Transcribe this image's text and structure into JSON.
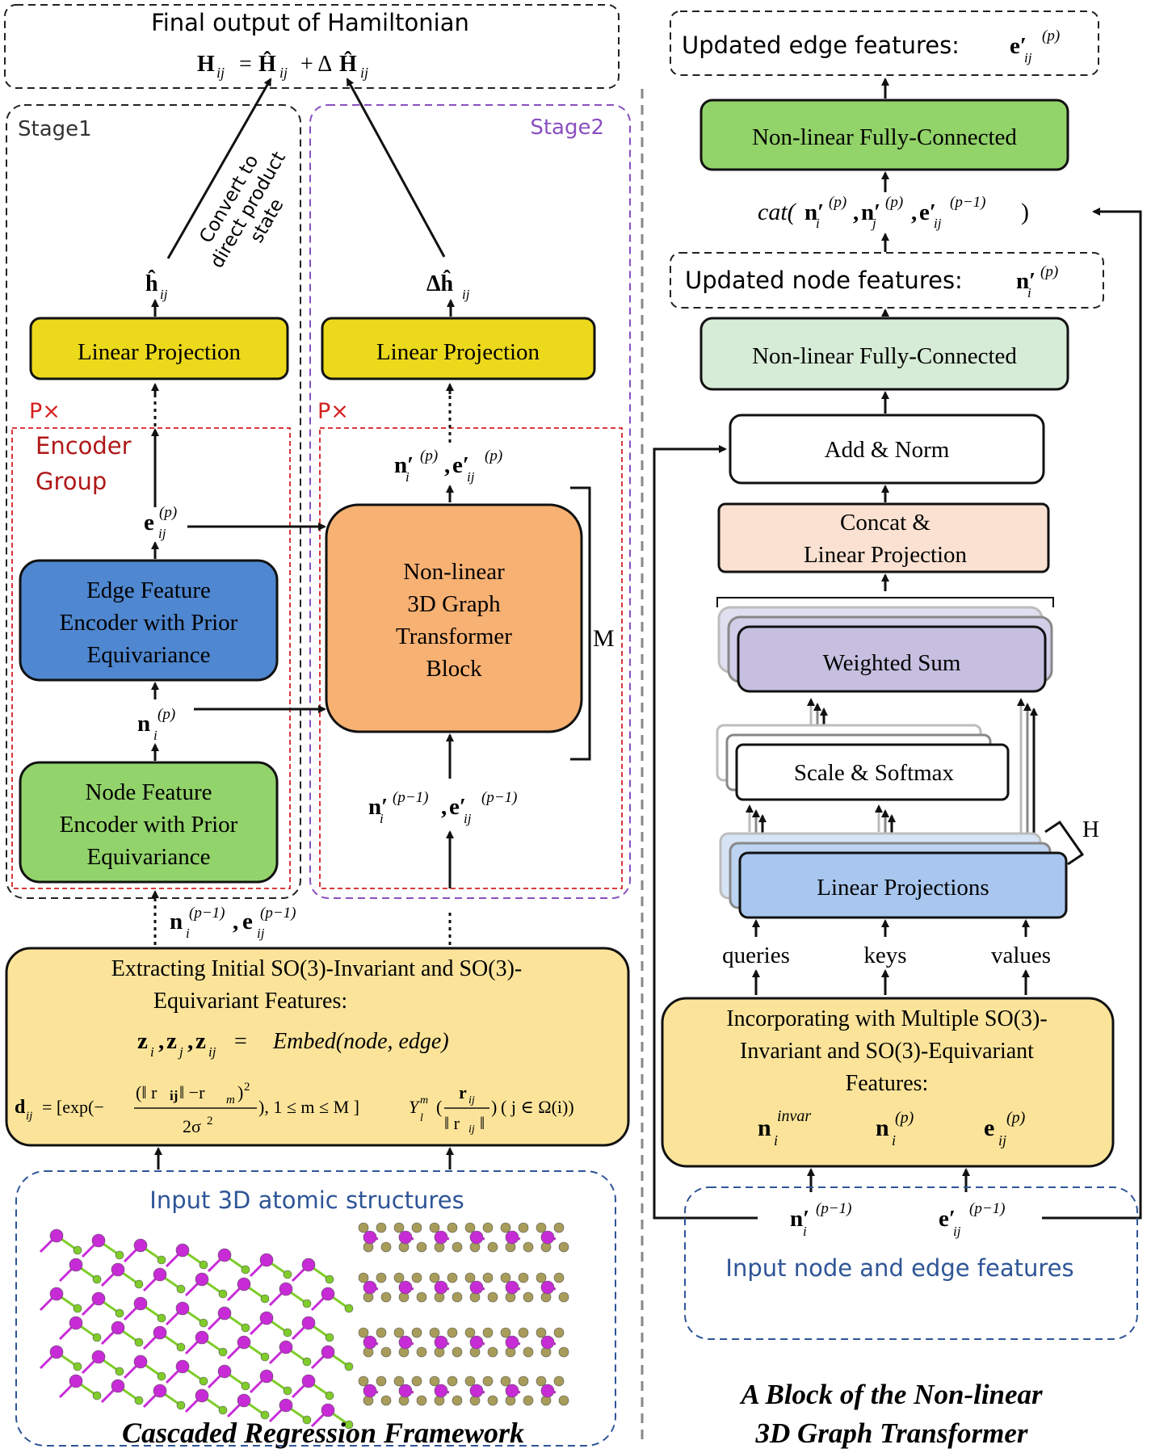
{
  "colors": {
    "linear_projection": "#ecd91c",
    "edge_encoder": "#4f87d0",
    "node_encoder": "#93d36b",
    "transformer_block": "#f7b173",
    "extract_box": "#fbe49a",
    "fc_green": "#92d36a",
    "fc_light_green": "#d7ecd7",
    "concat_box": "#fbe1d1",
    "weighted_sum": "#c6bfe0",
    "linear_projections": "#a8c6ee",
    "stage2_border": "#8a4fbf",
    "encoder_group_border": "#d42020",
    "input_border": "#2e5597",
    "input_text": "#2e5597",
    "px_text": "#d42020",
    "atom_magenta": "#c72bd6",
    "atom_green": "#7fcc2a",
    "atom_olive": "#a89c5a"
  },
  "left": {
    "final_output": {
      "title": "Final output of Hamiltonian",
      "eq_H": "H",
      "eq_ij": "ij",
      "eq_eq": "=",
      "eq_Hhat": "Ĥ",
      "eq_plus": "+ Δ",
      "eq_Hhat2": "Ĥ"
    },
    "stage1_label": "Stage1",
    "stage2_label": "Stage2",
    "convert_text_1": "Convert to",
    "convert_text_2": "direct product",
    "convert_text_3": "state",
    "h_hat": "ĥ",
    "h_hat_sub": "ij",
    "delta_h_hat": "Δĥ",
    "delta_h_hat_sub": "ij",
    "linear_projection_1": "Linear Projection",
    "linear_projection_2": "Linear Projection",
    "p_times_1": "P×",
    "p_times_2": "P×",
    "encoder_group_1": "Encoder",
    "encoder_group_2": "Group",
    "e_ij_p": "e",
    "e_ij_p_sub": "ij",
    "e_ij_p_sup": "(p)",
    "n_i_p": "n",
    "n_i_p_sub": "i",
    "n_i_p_sup": "(p)",
    "edge_encoder": [
      "Edge Feature",
      "Encoder with Prior",
      "Equivariance"
    ],
    "node_encoder": [
      "Node Feature",
      "Encoder with Prior",
      "Equivariance"
    ],
    "transformer_block": [
      "Non-linear",
      "3D Graph",
      "Transformer",
      "Block"
    ],
    "m_label": "M",
    "n_prime_p_top": "n′",
    "n_prime_p_top_sup": "(p)",
    "e_prime_p_top": "e′",
    "e_prime_p_top_sup": "(p)",
    "n_prime_pm1": "n′",
    "n_prime_pm1_sup": "(p−1)",
    "e_prime_pm1": "e′",
    "e_prime_pm1_sup": "(p−1)",
    "n_pm1": "n",
    "n_pm1_sup": "(p−1)",
    "e_pm1": "e",
    "e_pm1_sup": "(p−1)",
    "sub_i": "i",
    "sub_ij": "ij",
    "comma": ",",
    "extract_box": {
      "line1": "Extracting Initial SO(3)-Invariant and SO(3)-",
      "line2": "Equivariant Features:",
      "eq_z": "z",
      "eq_rhs": "Embed(node, edge)",
      "eq_d": "d",
      "eq_d_body": "= [exp(−",
      "eq_d_num": "(‖ r",
      "eq_d_num2": " ‖ −r",
      "eq_d_num3": ")",
      "eq_d_den": "2σ",
      "eq_d_tail": "), 1 ≤ m ≤ M ]",
      "eq_y": "Y",
      "eq_y_frac_num": "r",
      "eq_y_frac_den": "‖ r",
      "eq_y_frac_den2": " ‖",
      "eq_y_tail": "( j ∈ Ω(i))"
    },
    "input_structures": "Input 3D atomic structures",
    "caption": "Cascaded Regression Framework"
  },
  "right": {
    "updated_edge": "Updated edge features:",
    "fc_top": "Non-linear Fully-Connected",
    "cat_text": "cat(",
    "updated_node": "Updated node features:",
    "fc_mid": "Non-linear Fully-Connected",
    "add_norm": "Add & Norm",
    "concat": [
      "Concat &",
      "Linear Projection"
    ],
    "weighted_sum": "Weighted Sum",
    "scale_softmax": "Scale & Softmax",
    "h_label": "H",
    "linear_projections": "Linear Projections",
    "queries": "queries",
    "keys": "keys",
    "values": "values",
    "incorporating": [
      "Incorporating with Multiple SO(3)-",
      "Invariant and SO(3)-Equivariant",
      "Features:"
    ],
    "n_invar": "n",
    "n_invar_sup": "invar",
    "input_node_edge": "Input node and edge  features",
    "caption_1": "A Block of the Non-linear",
    "caption_2": "3D Graph Transformer"
  }
}
